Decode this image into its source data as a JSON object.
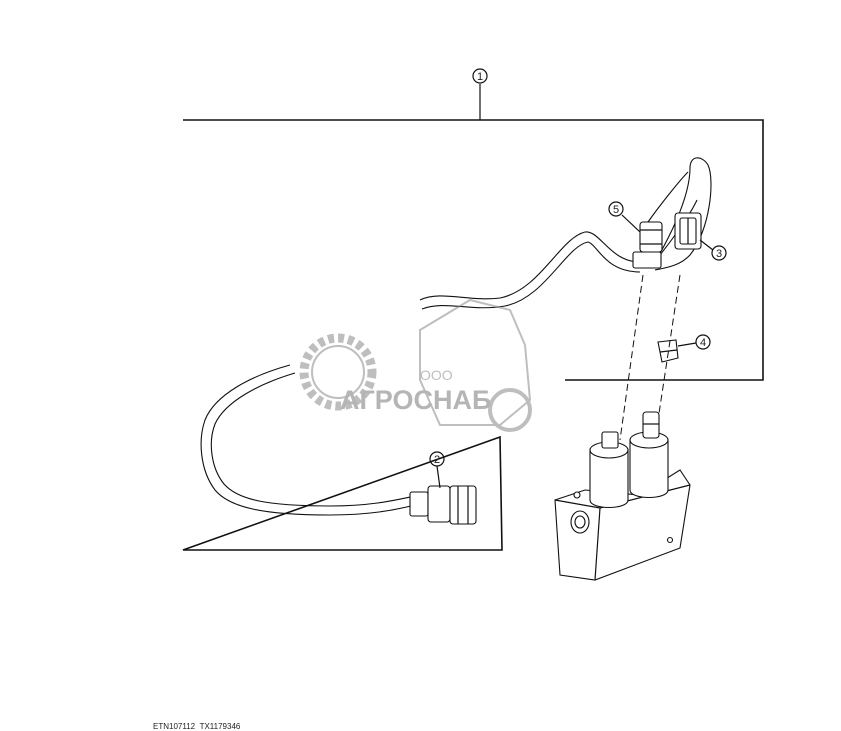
{
  "callouts": [
    {
      "id": "1",
      "label": "1"
    },
    {
      "id": "2",
      "label": "2"
    },
    {
      "id": "3",
      "label": "3"
    },
    {
      "id": "4",
      "label": "4"
    },
    {
      "id": "5",
      "label": "5"
    }
  ],
  "watermark": {
    "company_prefix": "ООО",
    "company_name": "АГРОСНАБ"
  },
  "footer": {
    "figure_code": "ETN107112",
    "reference_code": "TX1179346"
  },
  "colors": {
    "line": "#111111",
    "watermark": "#8a8a8a"
  }
}
